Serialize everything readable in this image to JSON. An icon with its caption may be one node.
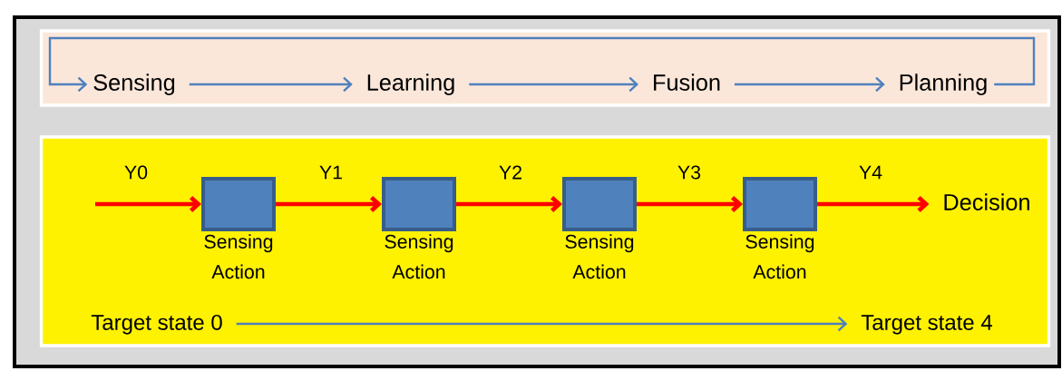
{
  "diagram": {
    "nodes": [
      {
        "text": [],
        "shape": "band"
      },
      {
        "text": [
          "Sensing"
        ],
        "in": 0
      },
      {
        "text": [
          "Learning"
        ],
        "in": 0
      },
      {
        "text": [
          "Fusion"
        ],
        "in": 0
      },
      {
        "text": [
          "Planning"
        ],
        "in": 0
      },
      {
        "text": [],
        "shape": "band"
      },
      {
        "text": [],
        "shape": "box",
        "beside": [
          "Sensing Action"
        ],
        "in": 5
      },
      {
        "text": [],
        "shape": "box",
        "beside": [
          "Sensing Action"
        ],
        "in": 5
      },
      {
        "text": [],
        "shape": "box",
        "beside": [
          "Sensing Action"
        ],
        "in": 5
      },
      {
        "text": [],
        "shape": "box",
        "beside": [
          "Sensing Action"
        ],
        "in": 5
      },
      {
        "text": [
          "Decision"
        ],
        "in": 5
      },
      {
        "text": [
          "Target  state 0"
        ],
        "in": 5
      },
      {
        "text": [
          "Target state 4"
        ],
        "in": 5
      }
    ],
    "edges": [
      {
        "from": 1,
        "to": 2,
        "arrow": "to"
      },
      {
        "from": 2,
        "to": 3,
        "arrow": "to"
      },
      {
        "from": 3,
        "to": 4,
        "arrow": "to"
      },
      {
        "from": 4,
        "to": 1,
        "arrow": "to"
      },
      {
        "from": null,
        "to": 6,
        "arrow": "to",
        "label": "Y0",
        "style": "thick",
        "color": "#ff0000"
      },
      {
        "from": 6,
        "to": 7,
        "arrow": "to",
        "label": "Y1",
        "style": "thick",
        "color": "#ff0000"
      },
      {
        "from": 7,
        "to": 8,
        "arrow": "to",
        "label": "Y2",
        "style": "thick",
        "color": "#ff0000"
      },
      {
        "from": 8,
        "to": 9,
        "arrow": "to",
        "label": "Y3",
        "style": "thick",
        "color": "#ff0000"
      },
      {
        "from": 9,
        "to": 10,
        "arrow": "to",
        "label": "Y4",
        "style": "thick",
        "color": "#ff0000"
      },
      {
        "from": 11,
        "to": 12,
        "arrow": "to"
      }
    ]
  }
}
